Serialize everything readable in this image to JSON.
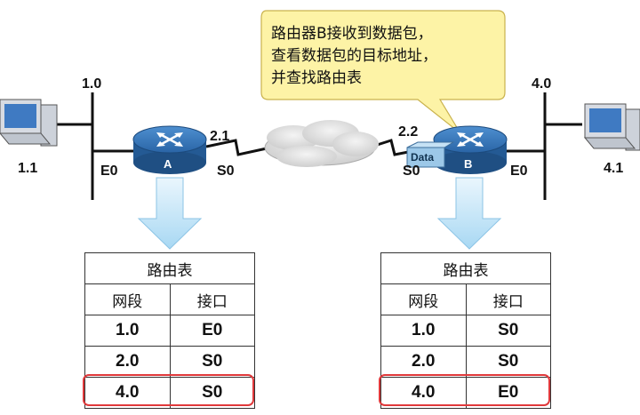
{
  "callout": {
    "lines": "路由器B接收到数据包，\n查看数据包的目标地址，\n并查找路由表"
  },
  "network": {
    "left_net": "1.0",
    "left_host": "1.1",
    "router_a": {
      "name": "A",
      "if_e": "E0",
      "if_s": "S0",
      "serial_addr": "2.1"
    },
    "router_b": {
      "name": "B",
      "if_e": "E0",
      "if_s": "S0",
      "serial_addr": "2.2"
    },
    "right_net": "4.0",
    "right_host": "4.1",
    "packet_label": "Data"
  },
  "table_a": {
    "title": "路由表",
    "headers": [
      "网段",
      "接口"
    ],
    "rows": [
      [
        "1.0",
        "E0"
      ],
      [
        "2.0",
        "S0"
      ],
      [
        "4.0",
        "S0"
      ]
    ],
    "highlight_row": 2
  },
  "table_b": {
    "title": "路由表",
    "headers": [
      "网段",
      "接口"
    ],
    "rows": [
      [
        "1.0",
        "S0"
      ],
      [
        "2.0",
        "S0"
      ],
      [
        "4.0",
        "E0"
      ]
    ],
    "highlight_row": 2
  },
  "colors": {
    "router_blue": "#2f6fb0",
    "callout_fill": "#fdf3a6",
    "highlight": "#e0393b",
    "arrow": "#bfe3f7"
  }
}
